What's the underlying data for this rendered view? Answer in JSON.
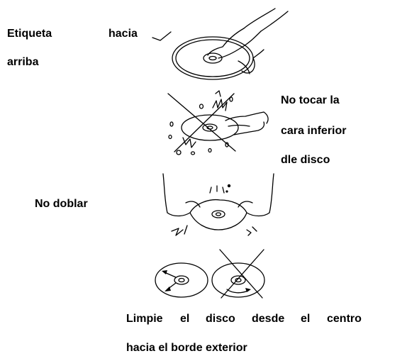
{
  "labels": {
    "label_up_word1": "Etiqueta",
    "label_up_word2": "hacia",
    "label_up_line2": "arriba",
    "no_touch_line1": "No tocar la",
    "no_touch_line2": "cara inferior",
    "no_touch_line3": "dle disco",
    "no_bend": "No doblar",
    "clean_w1": "Limpie",
    "clean_w2": "el",
    "clean_w3": "disco",
    "clean_w4": "desde",
    "clean_w5": "el",
    "clean_w6": "centro",
    "clean_line2": "hacia el borde exterior"
  }
}
